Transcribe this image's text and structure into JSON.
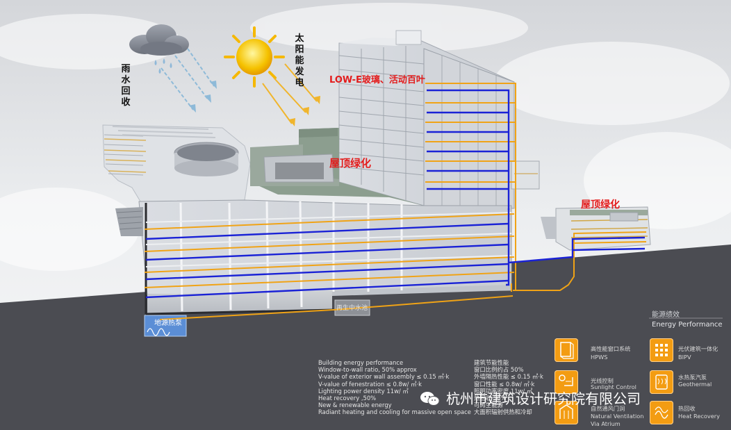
{
  "labels": {
    "rain": "雨水回收",
    "solar": "太阳能发电",
    "lowe": "LOW-E玻璃、活动百叶",
    "roof_green_main": "屋顶绿化",
    "roof_green_side": "屋顶绿化",
    "ground_source_pump": "地源热泵",
    "recycled_water_pool": "再生中水池"
  },
  "energy": {
    "title_cn": "能源绩效",
    "title_en": "Energy  Performance"
  },
  "performance_en": [
    "Building energy performance",
    "Window-to-wall ratio, 50% approx",
    "V-value of exterior wall assembly ≤ 0.15 ㎡·k",
    "V-value of fenestration ≤ 0.8w/ ㎡·k",
    "Lighting power density 11w/ ㎡",
    "Heat recovery ,50%",
    "New & renewable energy",
    "Radiant heating and cooling for massive open space"
  ],
  "performance_cn": [
    "建筑节能性能",
    "窗口比例约占 50%",
    "外墙隔热性能 ≤ 0.15 ㎡·k",
    "窗口性能 ≤ 0.8w/ ㎡·k",
    "照明功率密度 11w/ ㎡",
    "热回收 50%",
    "可再生能源",
    "大面积辐射供热和冷却"
  ],
  "features": [
    {
      "cn": "高性能窗口系统",
      "en": "HPWS",
      "icon": "window-icon"
    },
    {
      "cn": "光伏建筑一体化",
      "en": "BIPV",
      "icon": "pv-grid-icon"
    },
    {
      "cn": "光线控制",
      "en": "Sunlight  Control",
      "icon": "sun-control-icon"
    },
    {
      "cn": "水热泵汽泵",
      "en": "Geothermal",
      "icon": "geothermal-icon"
    },
    {
      "cn": "自然通风门洞",
      "en": "Natural  Ventilation",
      "en2": "Via  Atrium",
      "icon": "ventilation-icon"
    },
    {
      "cn": "热回收",
      "en": "Heat  Recovery",
      "icon": "heat-recovery-icon"
    }
  ],
  "watermark": "杭州市建筑设计研究院有限公司",
  "colors": {
    "pipe_blue": "#1a22d6",
    "pipe_orange": "#f0a316",
    "ground": "#4a4b50",
    "roof_green": "#8a9c8c",
    "tile_orange": "#f39c12",
    "label_red": "#e31c1c"
  }
}
